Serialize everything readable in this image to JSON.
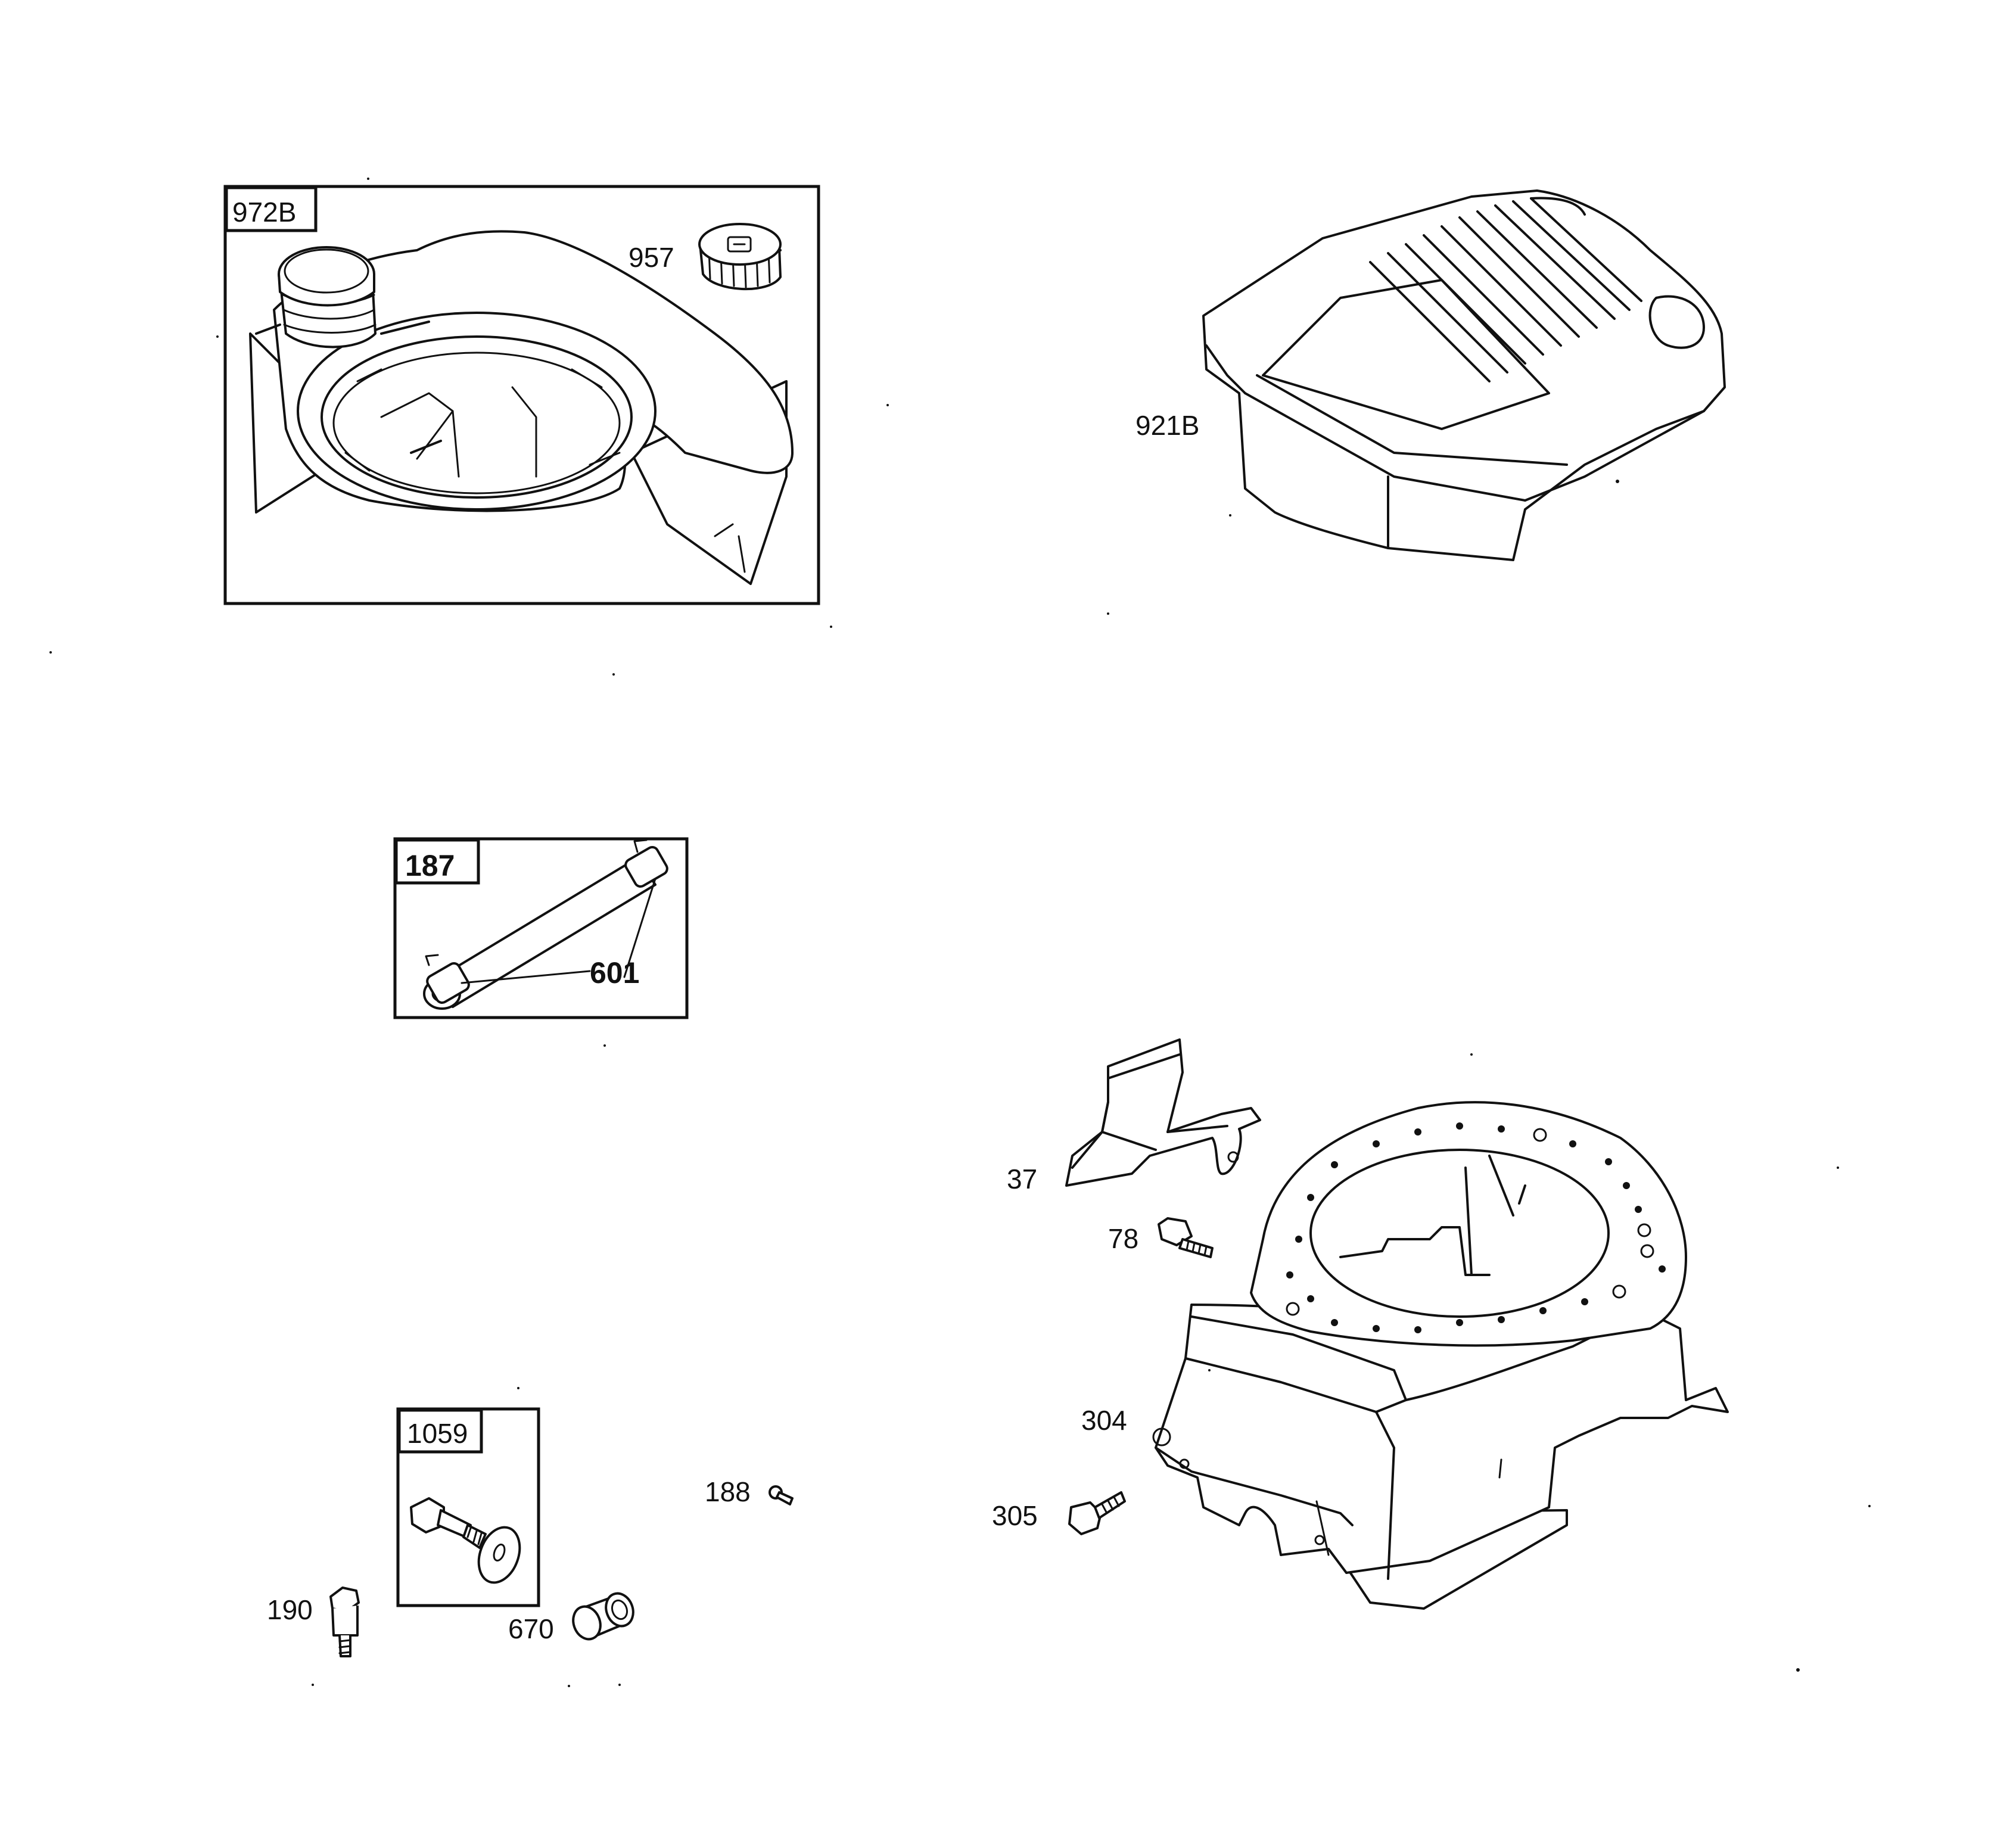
{
  "parts": {
    "kit_972b": "972B",
    "cap_957": "957",
    "cover_921b": "921B",
    "tube_187": "187",
    "clamp_601": "601",
    "baffle_37": "37",
    "screw_78": "78",
    "housing_304": "304",
    "screw_305": "305",
    "kit_1059": "1059",
    "screw_188": "188",
    "stud_190": "190",
    "spacer_670": "670"
  }
}
